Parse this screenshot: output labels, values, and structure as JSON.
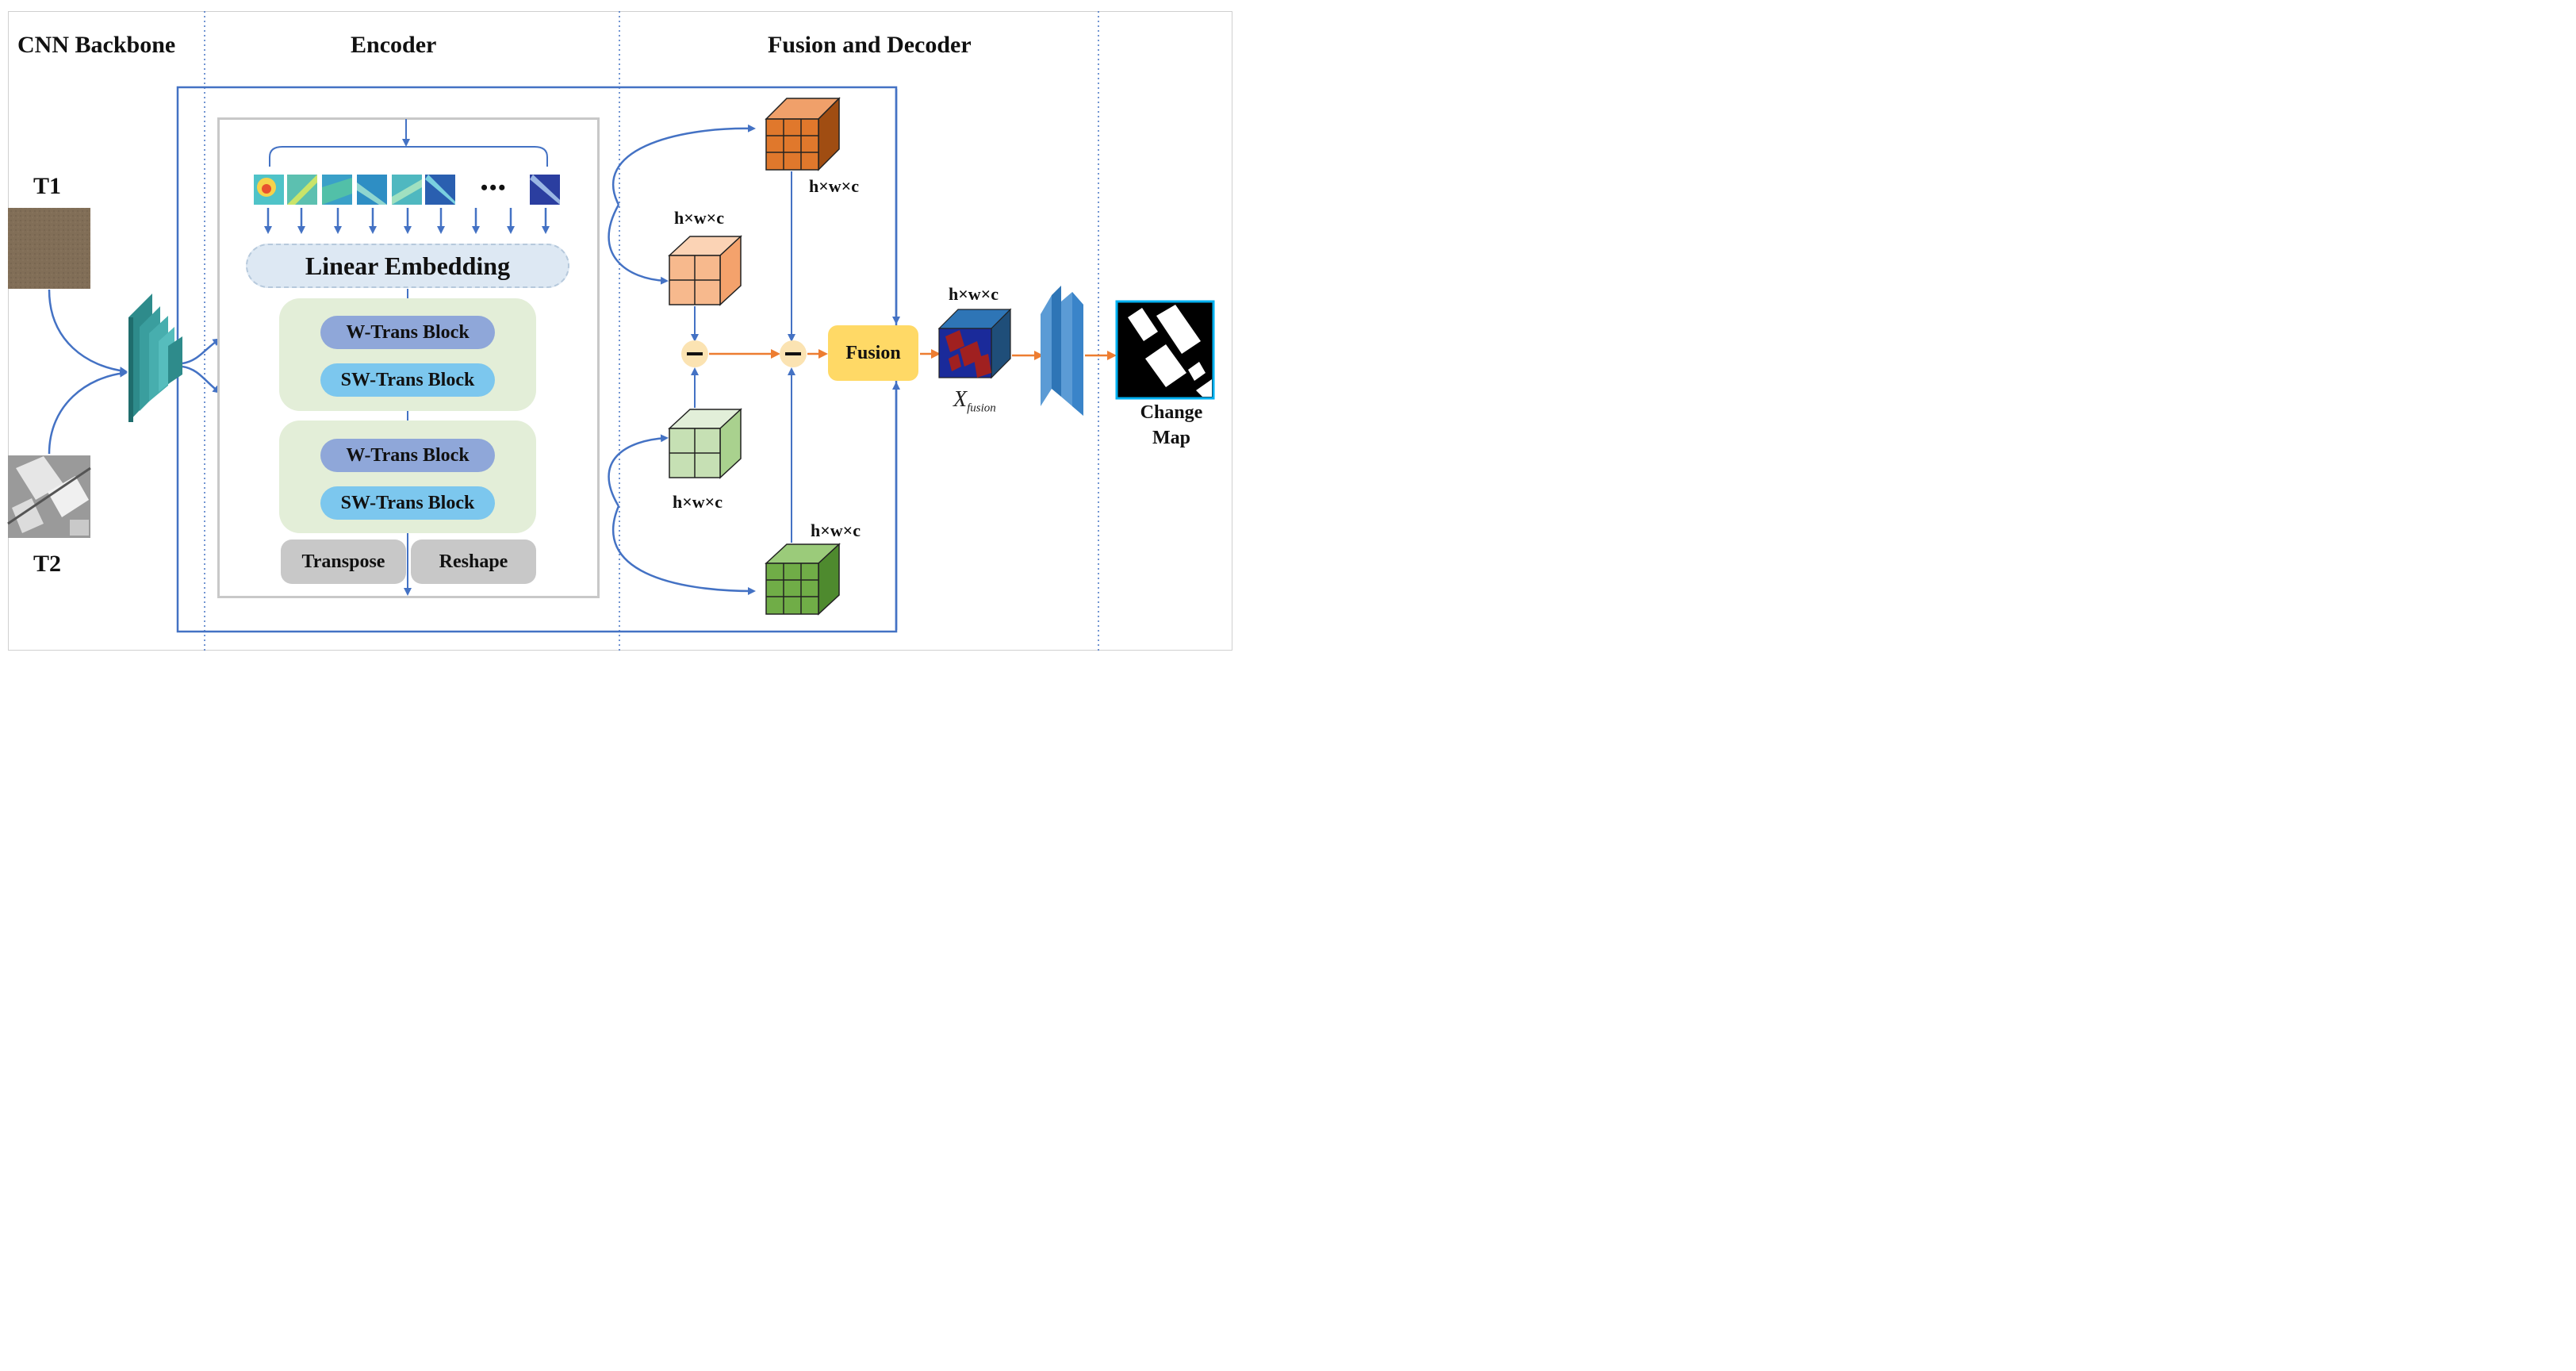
{
  "sections": {
    "cnn_backbone": "CNN Backbone",
    "encoder": "Encoder",
    "fusion_decoder": "Fusion and Decoder"
  },
  "inputs": {
    "t1_label": "T1",
    "t2_label": "T2"
  },
  "encoder": {
    "ellipsis": "•••",
    "linear_embedding": "Linear Embedding",
    "stages": [
      {
        "w_block": "W-Trans Block",
        "sw_block": "SW-Trans Block"
      },
      {
        "w_block": "W-Trans Block",
        "sw_block": "SW-Trans Block"
      }
    ],
    "transpose": "Transpose",
    "reshape": "Reshape"
  },
  "fusion": {
    "dims_labels": [
      "h×w×c",
      "h×w×c",
      "h×w×c",
      "h×w×c",
      "h×w×c"
    ],
    "fusion_label": "Fusion",
    "subtract_symbol": "−",
    "x_fusion_main": "X",
    "x_fusion_sub": "fusion"
  },
  "output": {
    "change_map_line1": "Change",
    "change_map_line2": "Map"
  },
  "colors": {
    "arrow_blue": "#4472c4",
    "arrow_orange": "#ed7d31",
    "backbone_teal": "#2e8b8b",
    "cube_orange_dark": "#e0782c",
    "cube_orange_light": "#f7b98d",
    "cube_green_light": "#c6e0b4",
    "cube_green_dark": "#70ad47",
    "fusion_yellow": "#ffd966",
    "decoder_blue": "#5b9bd5"
  }
}
